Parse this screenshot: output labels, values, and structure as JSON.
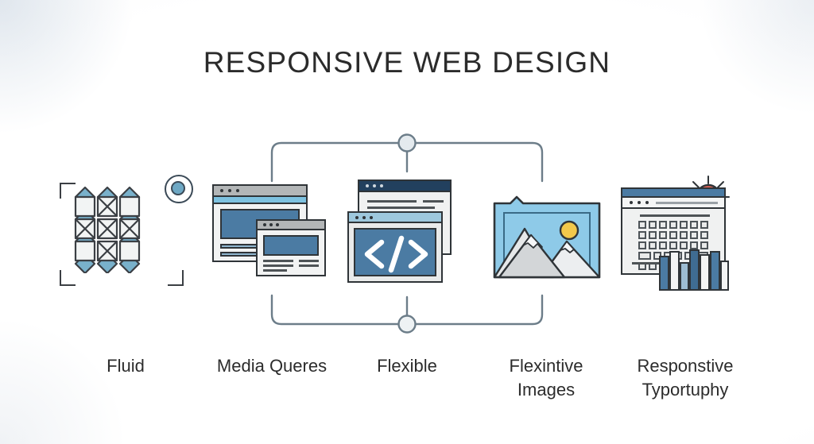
{
  "page": {
    "title": "RESPONSIVE WEB DESIGN",
    "background_color": "#ffffff",
    "accent_color": "#4a7ba0",
    "line_color": "#5b6b78",
    "text_color": "#2b2b2b"
  },
  "diagram": {
    "connector_node_top_label": "top-node",
    "connector_node_bottom_label": "bottom-node"
  },
  "items": [
    {
      "id": "fluid",
      "label": "Fluid",
      "icon": "fluid-pattern-icon",
      "colors": {
        "primary": "#6ea8c4",
        "outline": "#3b3f44",
        "fill": "#eef1f2"
      }
    },
    {
      "id": "media-queres",
      "label": "Media Queres",
      "icon": "browser-windows-icon",
      "colors": {
        "primary": "#4b7ba3",
        "outline": "#2f3438",
        "titlebar": "#b3b6b7",
        "accent": "#7ec2e0"
      }
    },
    {
      "id": "flexible",
      "label": "Flexible",
      "icon": "code-window-icon",
      "symbol": "</>",
      "colors": {
        "primary": "#4b7ba3",
        "outline": "#2f3438",
        "titlebar": "#22405e"
      }
    },
    {
      "id": "flexintive-images",
      "label": "Flexintive\nImages",
      "label_line1": "Flexintive",
      "label_line2": "Images",
      "icon": "photo-mountains-icon",
      "colors": {
        "sky": "#8ecae8",
        "mountain": "#d8dadb",
        "sun": "#f2c84b",
        "outline": "#2f3438"
      }
    },
    {
      "id": "responstive-typortuphy",
      "label": "Responstive\nTyportuphy",
      "label_line1": "Responstive",
      "label_line2": "Typortuphy",
      "icon": "typography-keyboard-icon",
      "colors": {
        "sun": "#ee6a5a",
        "bars": "#4b7ba3",
        "outline": "#2f3438"
      }
    }
  ]
}
